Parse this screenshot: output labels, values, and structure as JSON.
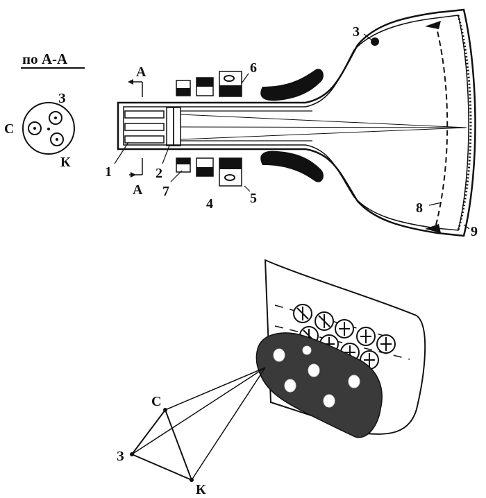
{
  "section_title": "по А-А",
  "section_mark_top": "А",
  "section_mark_bottom": "А",
  "guns": {
    "green": "З",
    "blue": "С",
    "red": "К"
  },
  "numbers": [
    "1",
    "2",
    "3",
    "4",
    "5",
    "6",
    "7",
    "8",
    "9"
  ],
  "triangle": {
    "top": "С",
    "left": "З",
    "bottom": "К"
  },
  "colors": {
    "ink": "#111111",
    "mask": "#3a3a3a",
    "screen": "#ffffff"
  },
  "icons": [
    "deflection-yoke-icon",
    "electron-gun-icon",
    "shadow-mask-icon",
    "phosphor-dot-icon"
  ]
}
